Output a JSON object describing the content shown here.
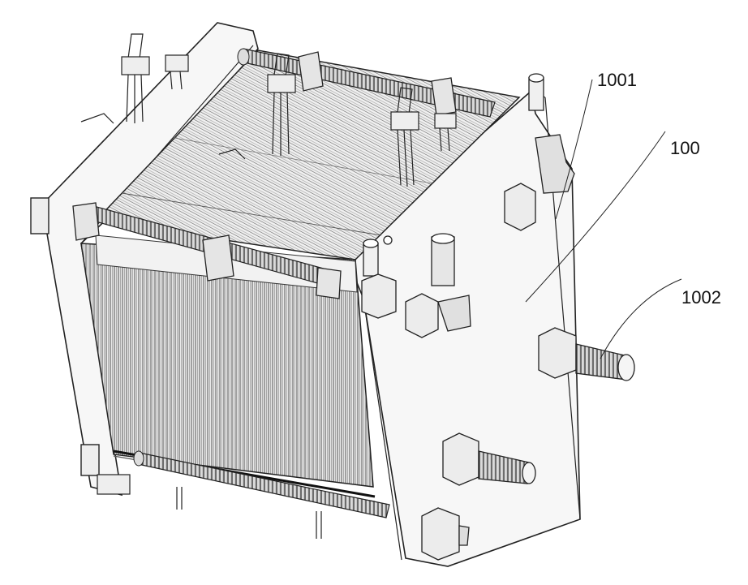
{
  "figure": {
    "labels": {
      "stack": "100",
      "fitting_upper": "1001",
      "fitting_lower": "1002"
    },
    "colors": {
      "ink": "#222222",
      "background": "#ffffff",
      "plate_shade": "#eeeeee",
      "fin_shade": "#9a9a9a",
      "tube_shade": "#bdbdbd"
    }
  }
}
